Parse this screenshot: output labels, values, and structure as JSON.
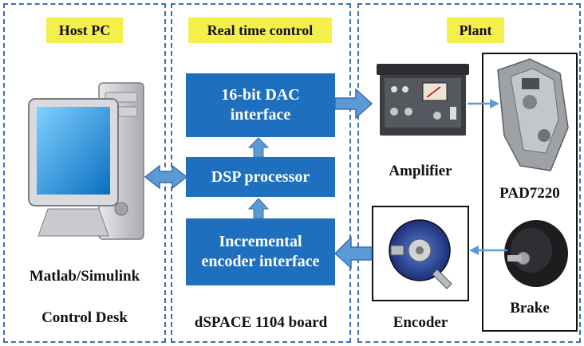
{
  "panels": {
    "host_pc": {
      "title": "Host PC",
      "software_1": "Matlab/Simulink",
      "software_2": "Control Desk"
    },
    "realtime": {
      "title": "Real time control",
      "dac_line1": "16-bit DAC",
      "dac_line2": "interface",
      "dsp": "DSP processor",
      "enc_line1": "Incremental",
      "enc_line2": "encoder interface",
      "board": "dSPACE 1104 board"
    },
    "plant": {
      "title": "Plant",
      "amplifier": "Amplifier",
      "pad": "PAD7220",
      "encoder": "Encoder",
      "brake": "Brake"
    }
  },
  "colors": {
    "block": "#1f6fbf",
    "tag": "#f4ef4a",
    "arrow": "#5b9bd5",
    "dash": "#3a6fb0"
  },
  "icons": [
    "computer-icon",
    "amplifier-icon",
    "pad7220-icon",
    "encoder-icon",
    "brake-icon"
  ]
}
